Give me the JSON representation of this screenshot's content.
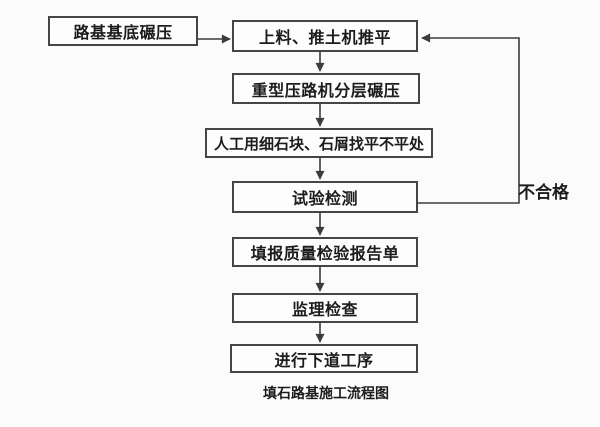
{
  "diagram": {
    "caption": "填石路基施工流程图",
    "nodes": [
      {
        "id": "roadbed-base-rolling",
        "label": "路基基底碾压"
      },
      {
        "id": "loading-bulldozer-leveling",
        "label": "上料、推土机推平"
      },
      {
        "id": "heavy-roller-layered-rolling",
        "label": "重型压路机分层碾压"
      },
      {
        "id": "manual-fine-leveling",
        "label": "人工用细石块、石屑找平不平处"
      },
      {
        "id": "test-inspection",
        "label": "试验检测"
      },
      {
        "id": "fill-quality-report",
        "label": "填报质量检验报告单"
      },
      {
        "id": "supervisor-inspection",
        "label": "监理检查"
      },
      {
        "id": "proceed-next-procedure",
        "label": "进行下道工序"
      }
    ],
    "edges": [
      {
        "from": "roadbed-base-rolling",
        "to": "loading-bulldozer-leveling",
        "label": ""
      },
      {
        "from": "loading-bulldozer-leveling",
        "to": "heavy-roller-layered-rolling",
        "label": ""
      },
      {
        "from": "heavy-roller-layered-rolling",
        "to": "manual-fine-leveling",
        "label": ""
      },
      {
        "from": "manual-fine-leveling",
        "to": "test-inspection",
        "label": ""
      },
      {
        "from": "test-inspection",
        "to": "fill-quality-report",
        "label": ""
      },
      {
        "from": "fill-quality-report",
        "to": "supervisor-inspection",
        "label": ""
      },
      {
        "from": "supervisor-inspection",
        "to": "proceed-next-procedure",
        "label": ""
      },
      {
        "from": "test-inspection",
        "to": "loading-bulldozer-leveling",
        "label": "不合格"
      }
    ],
    "edge_labels": {
      "fail": "不合格"
    },
    "colors": {
      "background": "#fbfbfb",
      "box_border": "#454545",
      "line": "#3c3c3c",
      "text": "#1c1c1c"
    }
  }
}
